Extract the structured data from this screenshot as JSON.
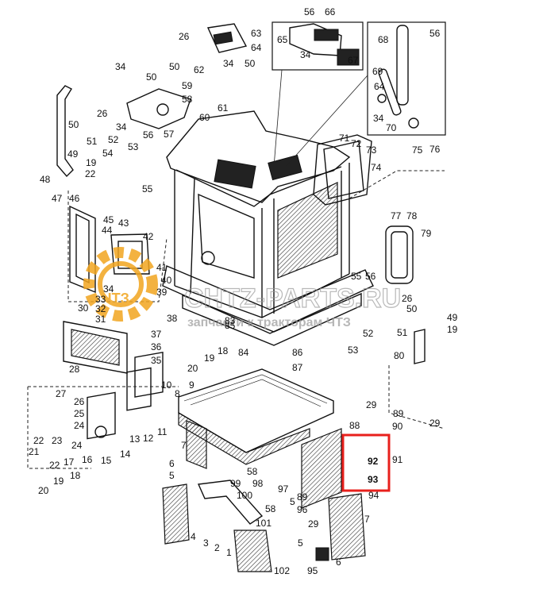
{
  "watermark": {
    "site": "CHTZ-PARTS.RU",
    "tagline": "запчасти к тракторам ЧТЗ",
    "color": "#f2a51f"
  },
  "highlight": {
    "color": "#e8201c",
    "parts": [
      "92",
      "93"
    ]
  },
  "callouts": [
    {
      "id": "c56a",
      "text": "56"
    },
    {
      "id": "c66",
      "text": "66"
    },
    {
      "id": "c26a",
      "text": "26"
    },
    {
      "id": "c63",
      "text": "63"
    },
    {
      "id": "c64a",
      "text": "64"
    },
    {
      "id": "c65",
      "text": "65"
    },
    {
      "id": "c34a",
      "text": "34"
    },
    {
      "id": "c67",
      "text": "67"
    },
    {
      "id": "c50a",
      "text": "50"
    },
    {
      "id": "c62",
      "text": "62"
    },
    {
      "id": "c34b",
      "text": "34"
    },
    {
      "id": "c50b",
      "text": "50"
    },
    {
      "id": "c68",
      "text": "68"
    },
    {
      "id": "c56b",
      "text": "56"
    },
    {
      "id": "c69",
      "text": "69"
    },
    {
      "id": "c64b",
      "text": "64"
    },
    {
      "id": "c34c",
      "text": "34"
    },
    {
      "id": "c70",
      "text": "70"
    },
    {
      "id": "c34d",
      "text": "34"
    },
    {
      "id": "c50c",
      "text": "50"
    },
    {
      "id": "c59",
      "text": "59"
    },
    {
      "id": "c58a",
      "text": "58"
    },
    {
      "id": "c26b",
      "text": "26"
    },
    {
      "id": "c50d",
      "text": "50"
    },
    {
      "id": "c34e",
      "text": "34"
    },
    {
      "id": "c61",
      "text": "61"
    },
    {
      "id": "c60",
      "text": "60"
    },
    {
      "id": "c57",
      "text": "57"
    },
    {
      "id": "c51a",
      "text": "51"
    },
    {
      "id": "c52a",
      "text": "52"
    },
    {
      "id": "c53a",
      "text": "53"
    },
    {
      "id": "c56c",
      "text": "56"
    },
    {
      "id": "c54",
      "text": "54"
    },
    {
      "id": "c55a",
      "text": "55"
    },
    {
      "id": "c49a",
      "text": "49"
    },
    {
      "id": "c19a",
      "text": "19"
    },
    {
      "id": "c22a",
      "text": "22"
    },
    {
      "id": "c48",
      "text": "48"
    },
    {
      "id": "c71",
      "text": "71"
    },
    {
      "id": "c72",
      "text": "72"
    },
    {
      "id": "c73",
      "text": "73"
    },
    {
      "id": "c75",
      "text": "75"
    },
    {
      "id": "c76",
      "text": "76"
    },
    {
      "id": "c74",
      "text": "74"
    },
    {
      "id": "c47",
      "text": "47"
    },
    {
      "id": "c46",
      "text": "46"
    },
    {
      "id": "c45",
      "text": "45"
    },
    {
      "id": "c44",
      "text": "44"
    },
    {
      "id": "c43",
      "text": "43"
    },
    {
      "id": "c42",
      "text": "42"
    },
    {
      "id": "c77",
      "text": "77"
    },
    {
      "id": "c78",
      "text": "78"
    },
    {
      "id": "c79",
      "text": "79"
    },
    {
      "id": "c41",
      "text": "41"
    },
    {
      "id": "c40",
      "text": "40"
    },
    {
      "id": "c39",
      "text": "39"
    },
    {
      "id": "c34f",
      "text": "34"
    },
    {
      "id": "c33",
      "text": "33"
    },
    {
      "id": "c32",
      "text": "32"
    },
    {
      "id": "c30",
      "text": "30"
    },
    {
      "id": "c31",
      "text": "31"
    },
    {
      "id": "c55b",
      "text": "55"
    },
    {
      "id": "c56d",
      "text": "56"
    },
    {
      "id": "c26c",
      "text": "26"
    },
    {
      "id": "c50e",
      "text": "50"
    },
    {
      "id": "c49b",
      "text": "49"
    },
    {
      "id": "c19b",
      "text": "19"
    },
    {
      "id": "c51b",
      "text": "51"
    },
    {
      "id": "c52b",
      "text": "52"
    },
    {
      "id": "c53b",
      "text": "53"
    },
    {
      "id": "c38",
      "text": "38"
    },
    {
      "id": "c37",
      "text": "37"
    },
    {
      "id": "c36",
      "text": "36"
    },
    {
      "id": "c35",
      "text": "35"
    },
    {
      "id": "c28",
      "text": "28"
    },
    {
      "id": "c20a",
      "text": "20"
    },
    {
      "id": "c19c",
      "text": "19"
    },
    {
      "id": "c18a",
      "text": "18"
    },
    {
      "id": "c84",
      "text": "84"
    },
    {
      "id": "c85",
      "text": "85"
    },
    {
      "id": "c86",
      "text": "86"
    },
    {
      "id": "c87",
      "text": "87"
    },
    {
      "id": "c80",
      "text": "80"
    },
    {
      "id": "c83",
      "text": "83"
    },
    {
      "id": "c9",
      "text": "9"
    },
    {
      "id": "c10",
      "text": "10"
    },
    {
      "id": "c27",
      "text": "27"
    },
    {
      "id": "c26d",
      "text": "26"
    },
    {
      "id": "c25",
      "text": "25"
    },
    {
      "id": "c24a",
      "text": "24"
    },
    {
      "id": "c8",
      "text": "8"
    },
    {
      "id": "c13",
      "text": "13"
    },
    {
      "id": "c12",
      "text": "12"
    },
    {
      "id": "c11",
      "text": "11"
    },
    {
      "id": "c14",
      "text": "14"
    },
    {
      "id": "c29a",
      "text": "29"
    },
    {
      "id": "c89",
      "text": "89"
    },
    {
      "id": "c88",
      "text": "88"
    },
    {
      "id": "c29b",
      "text": "29"
    },
    {
      "id": "c90",
      "text": "90"
    },
    {
      "id": "c92",
      "text": "92"
    },
    {
      "id": "c91",
      "text": "91"
    },
    {
      "id": "c93",
      "text": "93"
    },
    {
      "id": "c22b",
      "text": "22"
    },
    {
      "id": "c23",
      "text": "23"
    },
    {
      "id": "c24b",
      "text": "24"
    },
    {
      "id": "c21",
      "text": "21"
    },
    {
      "id": "c22c",
      "text": "22"
    },
    {
      "id": "c16",
      "text": "16"
    },
    {
      "id": "c15",
      "text": "15"
    },
    {
      "id": "c17",
      "text": "17"
    },
    {
      "id": "c18b",
      "text": "18"
    },
    {
      "id": "c19d",
      "text": "19"
    },
    {
      "id": "c20b",
      "text": "20"
    },
    {
      "id": "c7a",
      "text": "7"
    },
    {
      "id": "c6a",
      "text": "6"
    },
    {
      "id": "c5a",
      "text": "5"
    },
    {
      "id": "c58b",
      "text": "58"
    },
    {
      "id": "c98",
      "text": "98"
    },
    {
      "id": "c99",
      "text": "99"
    },
    {
      "id": "c100",
      "text": "100"
    },
    {
      "id": "c58c",
      "text": "58"
    },
    {
      "id": "c97",
      "text": "97"
    },
    {
      "id": "c5b",
      "text": "5"
    },
    {
      "id": "c89b",
      "text": "89"
    },
    {
      "id": "c94",
      "text": "94"
    },
    {
      "id": "c101",
      "text": "101"
    },
    {
      "id": "c96",
      "text": "96"
    },
    {
      "id": "c29c",
      "text": "29"
    },
    {
      "id": "c7b",
      "text": "7"
    },
    {
      "id": "c4",
      "text": "4"
    },
    {
      "id": "c3",
      "text": "3"
    },
    {
      "id": "c2",
      "text": "2"
    },
    {
      "id": "c1",
      "text": "1"
    },
    {
      "id": "c5c",
      "text": "5"
    },
    {
      "id": "c102",
      "text": "102"
    },
    {
      "id": "c95",
      "text": "95"
    },
    {
      "id": "c6b",
      "text": "6"
    }
  ]
}
